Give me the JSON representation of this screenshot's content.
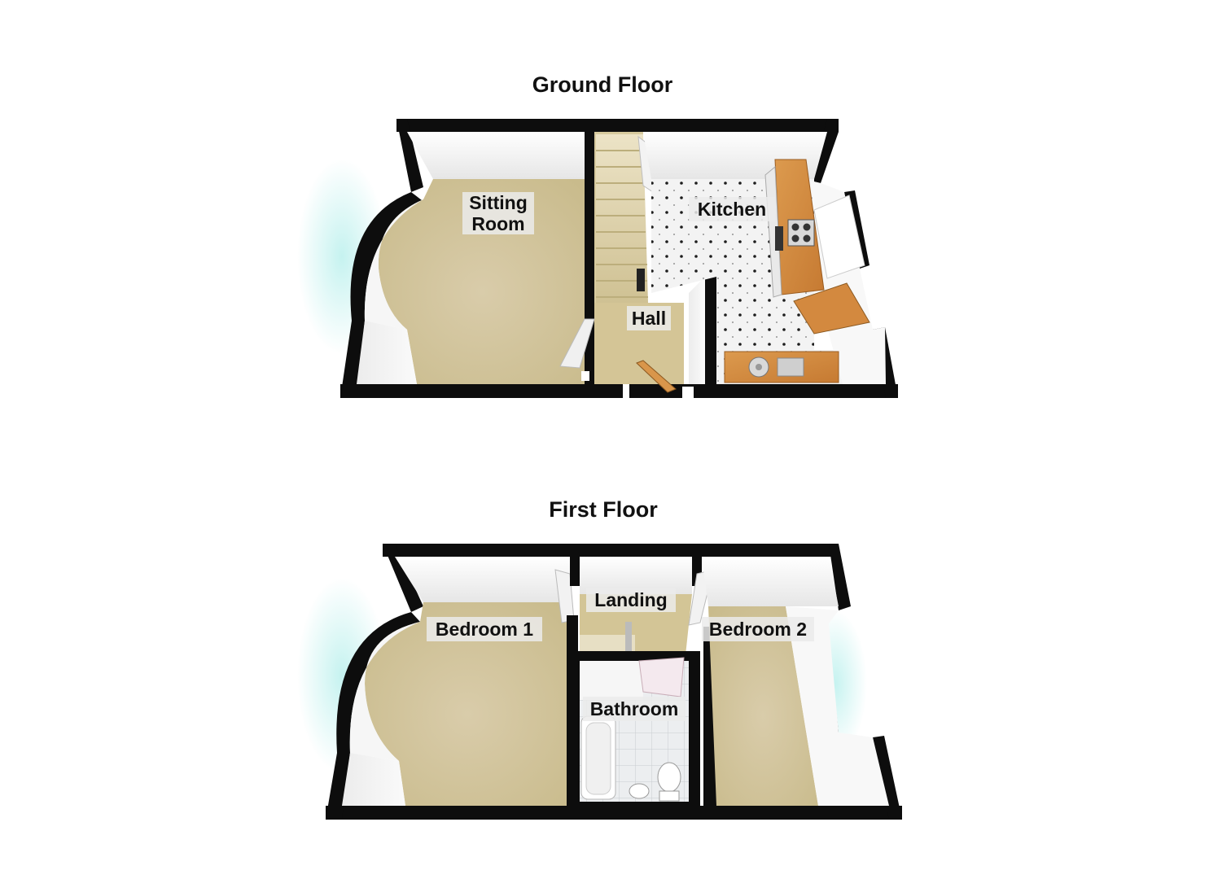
{
  "floors": [
    {
      "title": "Ground Floor",
      "rooms": [
        {
          "label_line1": "Sitting",
          "label_line2": "Room"
        },
        {
          "label": "Kitchen"
        },
        {
          "label": "Hall"
        }
      ]
    },
    {
      "title": "First Floor",
      "rooms": [
        {
          "label": "Landing"
        },
        {
          "label": "Bedroom 1"
        },
        {
          "label": "Bedroom 2"
        },
        {
          "label": "Bathroom"
        }
      ]
    }
  ],
  "colors": {
    "wall": "#0d0d0d",
    "wall_face": "#f4f4f4",
    "carpet": "#d4c7a0",
    "kitchen_tile": "#f1f1f1",
    "worktop": "#d28a3e",
    "bay_glass": "#bfe9e6"
  }
}
